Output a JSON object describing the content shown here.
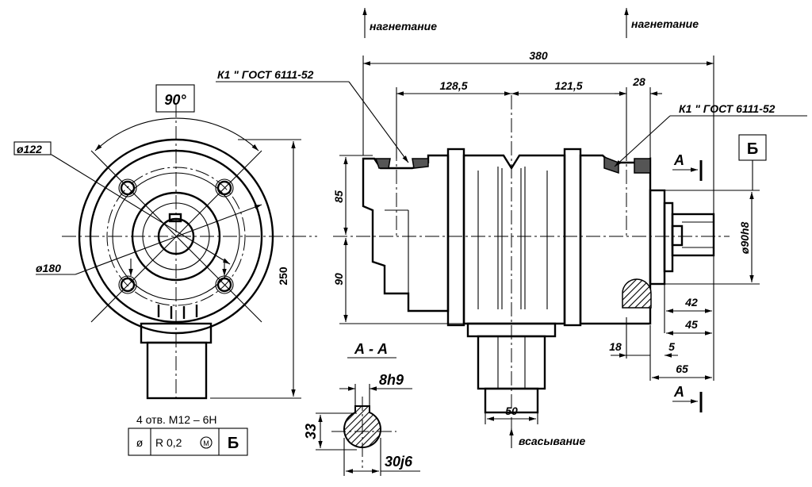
{
  "flow": {
    "discharge_left": "нагнетание",
    "discharge_right": "нагнетание",
    "suction": "всасывание"
  },
  "angle_label": "90°",
  "thread_left": "К1 \" ГОСТ 6111-52",
  "thread_right": "К1 \" ГОСТ 6111-52",
  "datum_letter": "Б",
  "section": {
    "label": "А - А",
    "mark_top": "А",
    "mark_bottom": "А"
  },
  "dims": {
    "d122": "ø122",
    "d180": "ø180",
    "h250": "250",
    "l380": "380",
    "l128_5": "128,5",
    "l121_5": "121,5",
    "l28": "28",
    "h85": "85",
    "h90": "90",
    "d90h8": "ø90h8",
    "l42": "42",
    "l45": "45",
    "l18": "18",
    "l5": "5",
    "l65": "65",
    "w50": "50",
    "key8h9": "8h9",
    "h33": "33",
    "shaft30j6": "30j6"
  },
  "holes_note": "4 отв. М12 – 6Н",
  "tolerance_frame": {
    "symbol": "ø",
    "value": "R 0,2",
    "modifier": "M",
    "datum": "Б"
  }
}
